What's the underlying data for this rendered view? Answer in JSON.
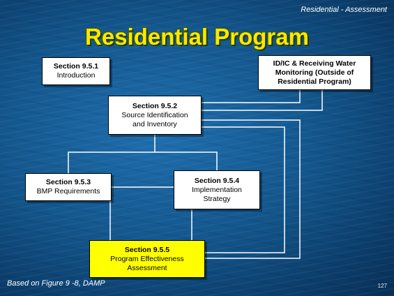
{
  "header": {
    "corner_label": "Residential - Assessment"
  },
  "title": "Residential Program",
  "boxes": {
    "intro": {
      "section": "Section 9.5.1",
      "label": "Introduction"
    },
    "idic": {
      "line1": "ID/IC & Receiving Water",
      "line2": "Monitoring (Outside of",
      "line3": "Residential Program)"
    },
    "source": {
      "section": "Section 9.5.2",
      "line1": "Source Identification",
      "line2": "and Inventory"
    },
    "bmp": {
      "section": "Section 9.5.3",
      "label": "BMP Requirements"
    },
    "impl": {
      "section": "Section 9.5.4",
      "line1": "Implementation",
      "line2": "Strategy"
    },
    "eval": {
      "section": "Section 9.5.5",
      "line1": "Program Effectiveness",
      "line2": "Assessment"
    }
  },
  "footnote": "Based on Figure 9 -8, DAMP",
  "page_number": "127",
  "colors": {
    "title": "#ffe700",
    "highlight_box": "#ffff00",
    "connector": "#ffffff"
  }
}
